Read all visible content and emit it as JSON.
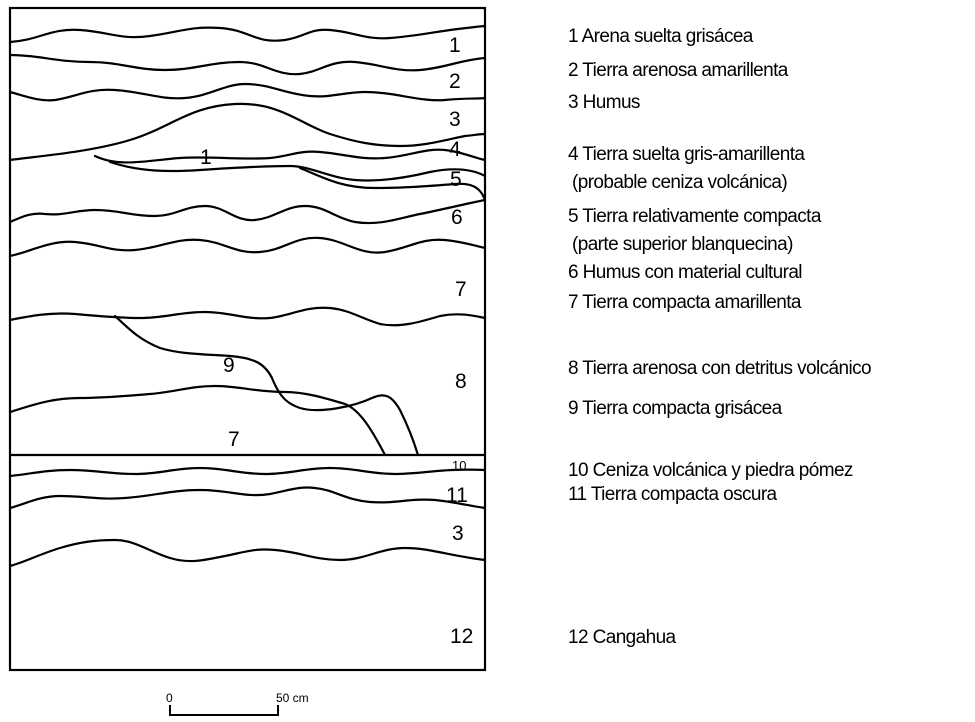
{
  "section_labels": {
    "l1_top": "1",
    "l2": "2",
    "l3_top": "3",
    "l4": "4",
    "l1_lens": "1",
    "l5": "5",
    "l6": "6",
    "l7_right": "7",
    "l8": "8",
    "l9": "9",
    "l7_lens": "7",
    "l10": "10",
    "l11": "11",
    "l3_bottom": "3",
    "l12": "12"
  },
  "legend": [
    "1 Arena suelta grisácea",
    "2 Tierra arenosa amarillenta",
    "3 Humus",
    "4 Tierra suelta gris-amarillenta",
    "(probable ceniza volcánica)",
    "5 Tierra relativamente compacta",
    "(parte superior blanquecina)",
    "6 Humus con material cultural",
    "7 Tierra compacta amarillenta",
    "8 Tierra arenosa con detritus volcánico",
    "9 Tierra compacta grisácea",
    "10 Ceniza volcánica y piedra pómez",
    "11 Tierra compacta oscura",
    "12 Cangahua"
  ],
  "scale": {
    "start_label": "0",
    "end_label": "50 cm"
  }
}
